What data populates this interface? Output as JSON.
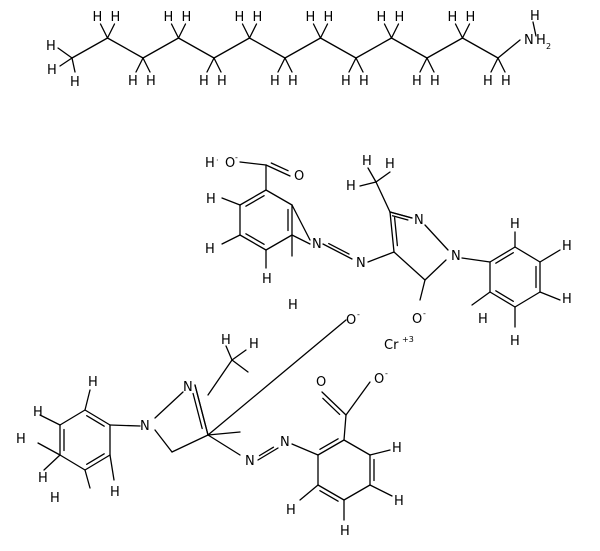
{
  "molecule": {
    "amine_chain": {
      "H": "H",
      "N": "N"
    },
    "complex": {
      "carboxyl_top": {
        "O_double": "O",
        "O_anion": "O",
        "H": "H",
        "charge": "-"
      },
      "carboxyl_bottom": {
        "O_double": "O",
        "O_anion": "O",
        "charge": "-"
      },
      "azo_N": "N",
      "pyrazole_N": "N",
      "phenolate_top": {
        "O": "O",
        "charge": "-"
      },
      "phenolate_bottom": {
        "O": "O",
        "charge": "-"
      },
      "metal": {
        "symbol": "Cr",
        "charge": "+3"
      }
    }
  }
}
